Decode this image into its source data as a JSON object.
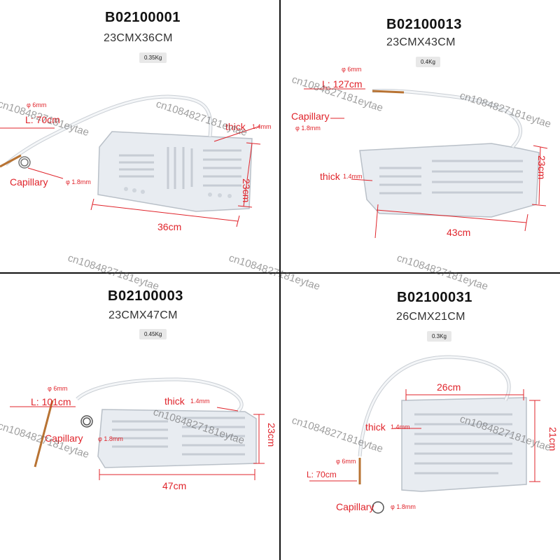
{
  "products": [
    {
      "code": "B02100001",
      "dimensions": "23CMX36CM",
      "weight": "0.35Kg",
      "diameter": "φ 6mm",
      "length": "L: 70cm",
      "thick_label": "thick",
      "thick_value": "1.4mm",
      "capillary_label": "Capillary",
      "capillary_value": "φ 1.8mm",
      "height_dim": "23cm",
      "width_dim": "36cm"
    },
    {
      "code": "B02100013",
      "dimensions": "23CMX43CM",
      "weight": "0.4Kg",
      "diameter": "φ 6mm",
      "length": "L: 127cm",
      "thick_label": "thick",
      "thick_value": "1.4mm",
      "capillary_label": "Capillary",
      "capillary_value": "φ 1.8mm",
      "height_dim": "23cm",
      "width_dim": "43cm"
    },
    {
      "code": "B02100003",
      "dimensions": "23CMX47CM",
      "weight": "0.45Kg",
      "diameter": "φ 6mm",
      "length": "L: 101cm",
      "thick_label": "thick",
      "thick_value": "1.4mm",
      "capillary_label": "Capillary",
      "capillary_value": "φ 1.8mm",
      "height_dim": "23cm",
      "width_dim": "47cm"
    },
    {
      "code": "B02100031",
      "dimensions": "26CMX21CM",
      "weight": "0.3Kg",
      "diameter": "φ 6mm",
      "length": "L: 70cm",
      "thick_label": "thick",
      "thick_value": "1.4mm",
      "capillary_label": "Capillary",
      "capillary_value": "φ 1.8mm",
      "height_dim": "21cm",
      "width_dim": "26cm"
    }
  ],
  "watermark": "cn1084827181eytae",
  "colors": {
    "dimension": "#e0242b",
    "plate": "#e9edf2",
    "tube": "#f4f6f8",
    "copper": "#b87333"
  }
}
